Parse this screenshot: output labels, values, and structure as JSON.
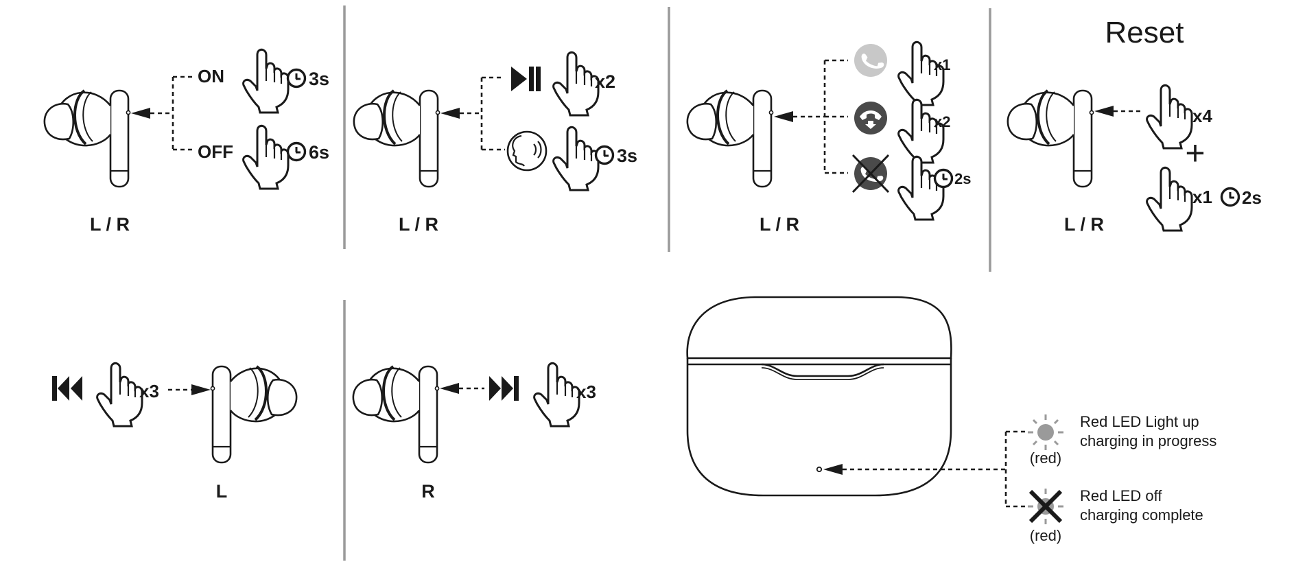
{
  "power": {
    "side_label": "L / R",
    "on_label": "ON",
    "on_time": "3s",
    "off_label": "OFF",
    "off_time": "6s"
  },
  "playback": {
    "side_label": "L / R",
    "play_pause_count": "x2",
    "voice_assistant_time": "3s"
  },
  "calls": {
    "side_label": "L / R",
    "answer_count": "x1",
    "hangup_count": "x2",
    "reject_time": "2s"
  },
  "reset": {
    "title": "Reset",
    "side_label": "L / R",
    "step1_count": "x4",
    "plus": "+",
    "step2_count": "x1",
    "step2_time": "2s"
  },
  "previous_track": {
    "side_label": "L",
    "count": "x3"
  },
  "next_track": {
    "side_label": "R",
    "count": "x3"
  },
  "charging_case": {
    "led_on_line1": "Red LED Light up",
    "led_on_line2": "charging in progress",
    "led_on_color": "(red)",
    "led_off_line1": "Red LED off",
    "led_off_line2": "charging complete",
    "led_off_color": "(red)"
  },
  "colors": {
    "ink": "#1a1a1a",
    "divider": "#9a9a9a",
    "answer_icon": "#c8c8c8",
    "hangup_icon": "#4a4a4a",
    "led": "#9a9a9a"
  }
}
